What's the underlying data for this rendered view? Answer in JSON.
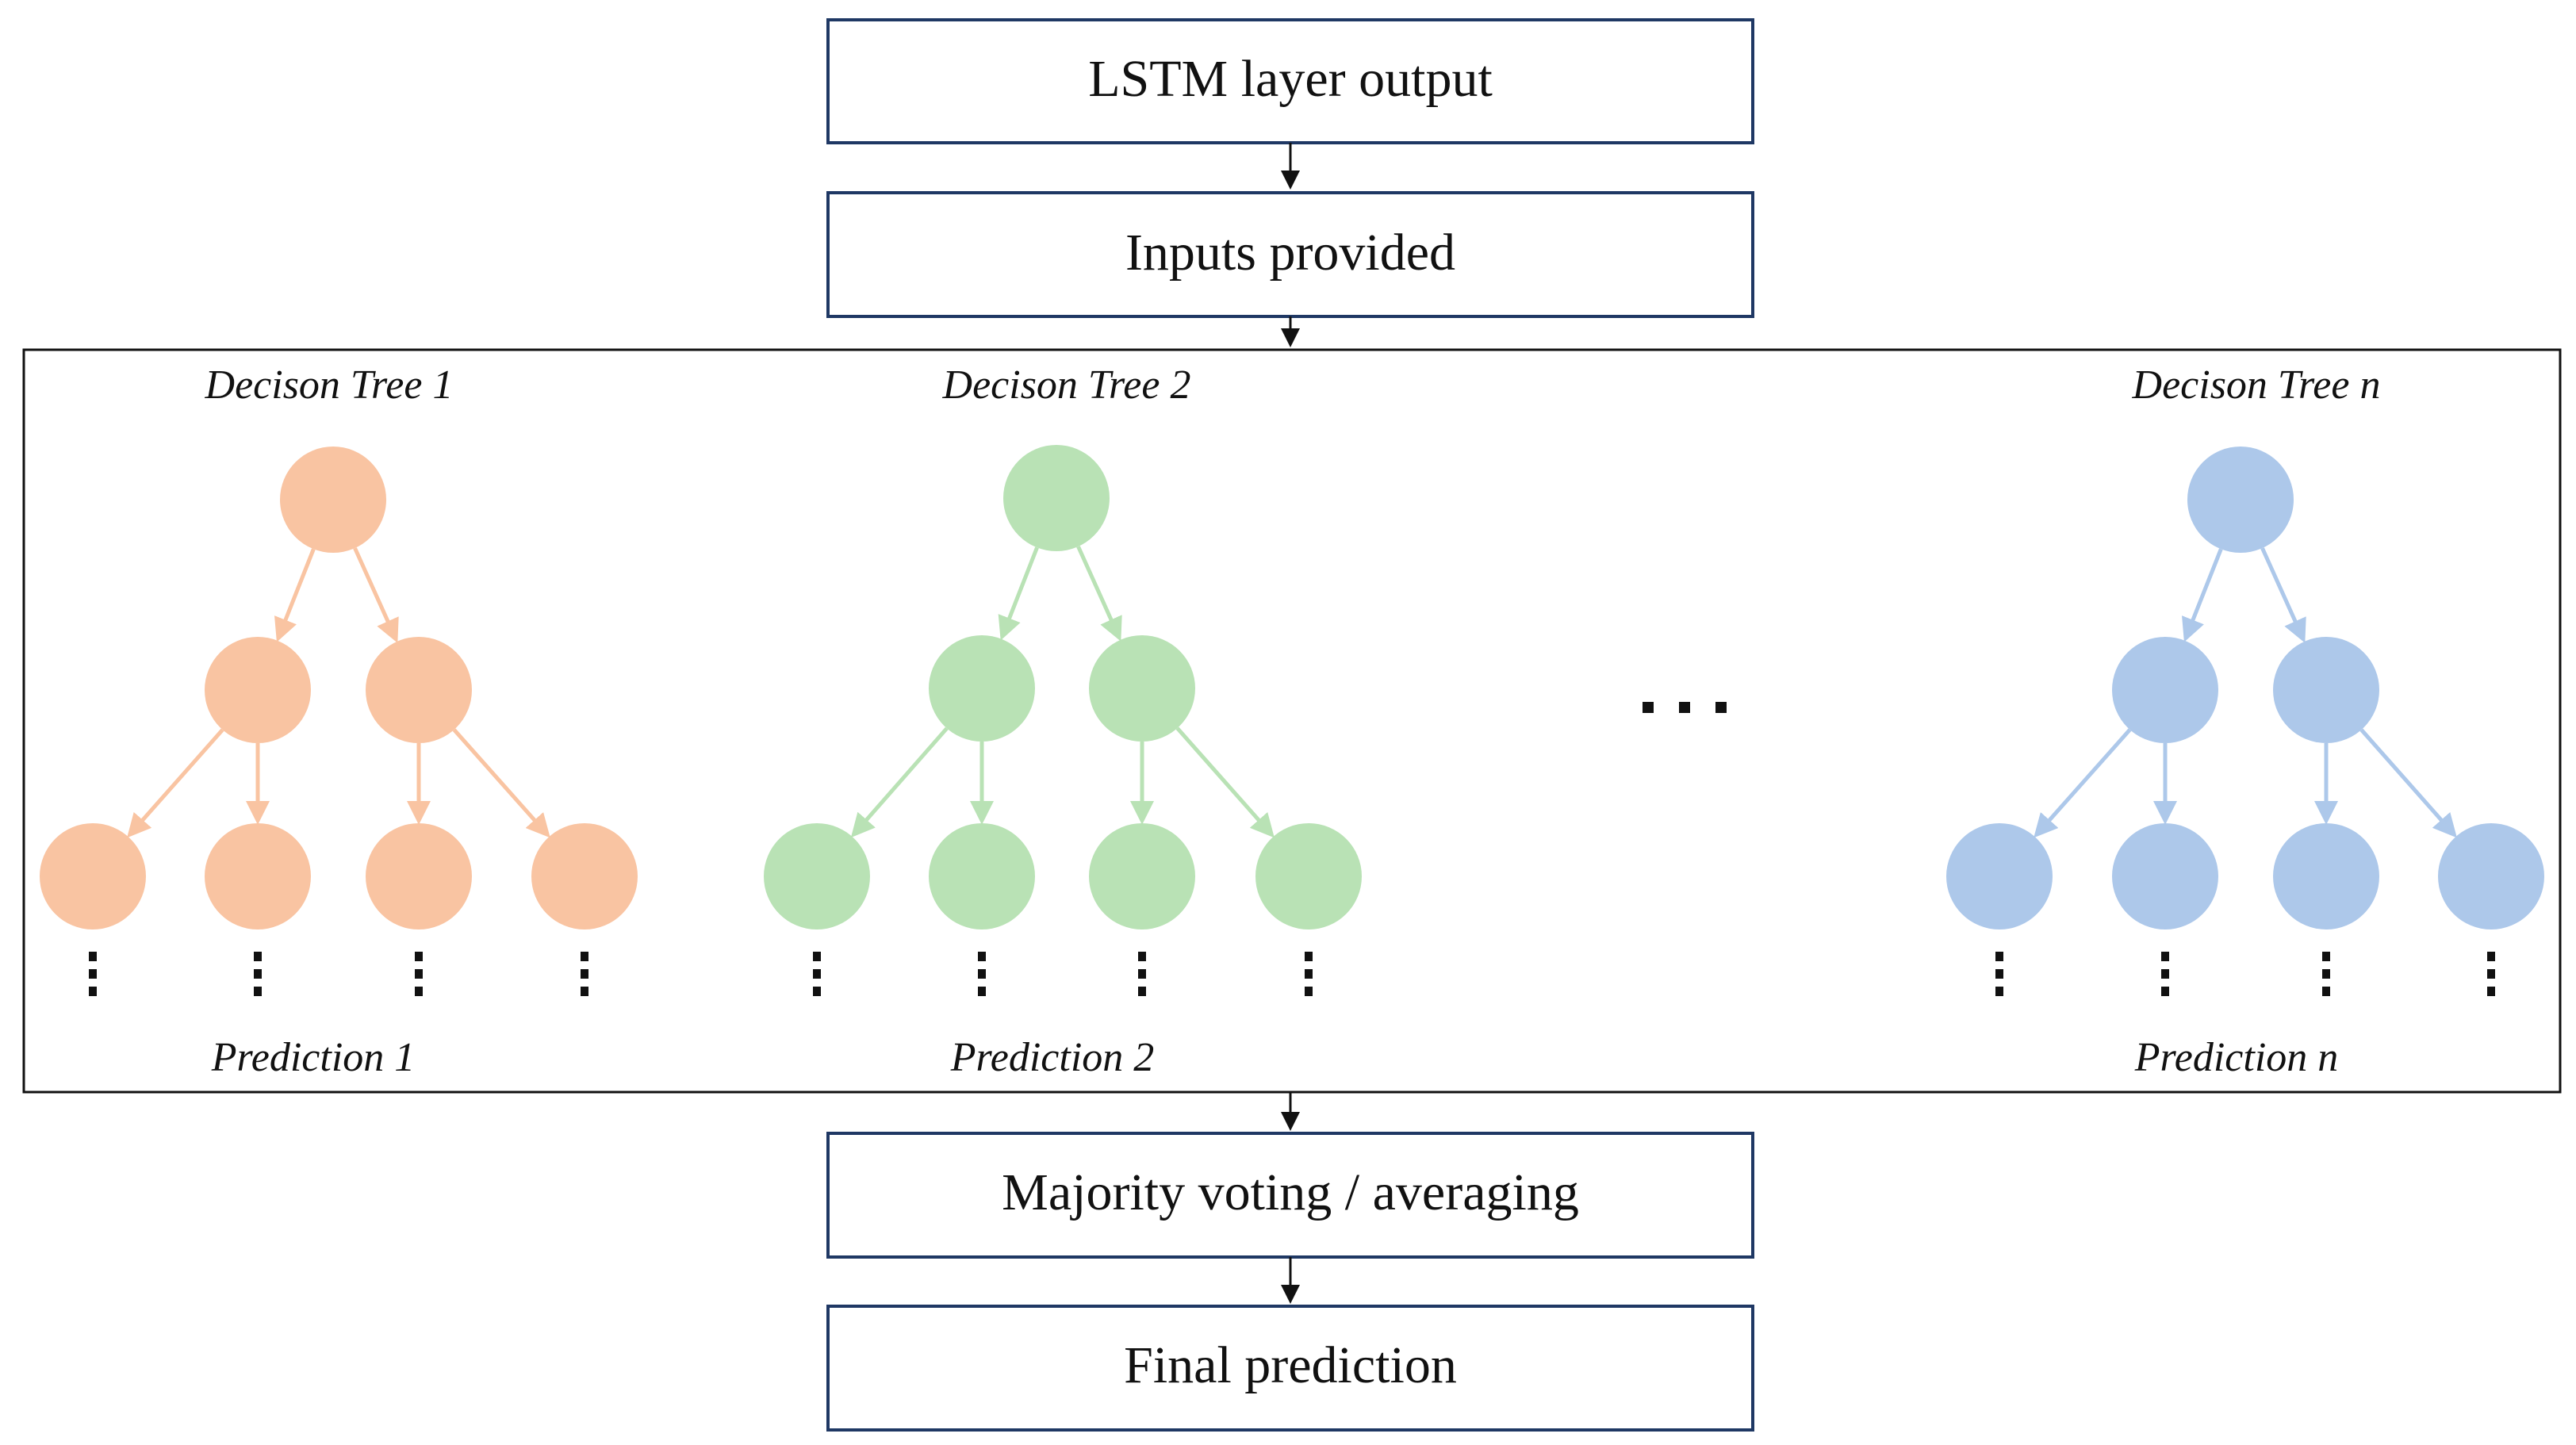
{
  "boxes": {
    "lstm": "LSTM layer output",
    "inputs": "Inputs provided",
    "voting": "Majority voting / averaging",
    "final": "Final prediction"
  },
  "trees": [
    {
      "title": "Decison Tree 1",
      "prediction": "Prediction 1",
      "color": "#f9c4a2"
    },
    {
      "title": "Decison Tree 2",
      "prediction": "Prediction 2",
      "color": "#b9e2b5"
    },
    {
      "title": "Decison Tree n",
      "prediction": "Prediction n",
      "color": "#adc8ea"
    }
  ],
  "colors": {
    "box_border": "#1f3864",
    "arrow": "#111111",
    "container_border": "#111111"
  }
}
